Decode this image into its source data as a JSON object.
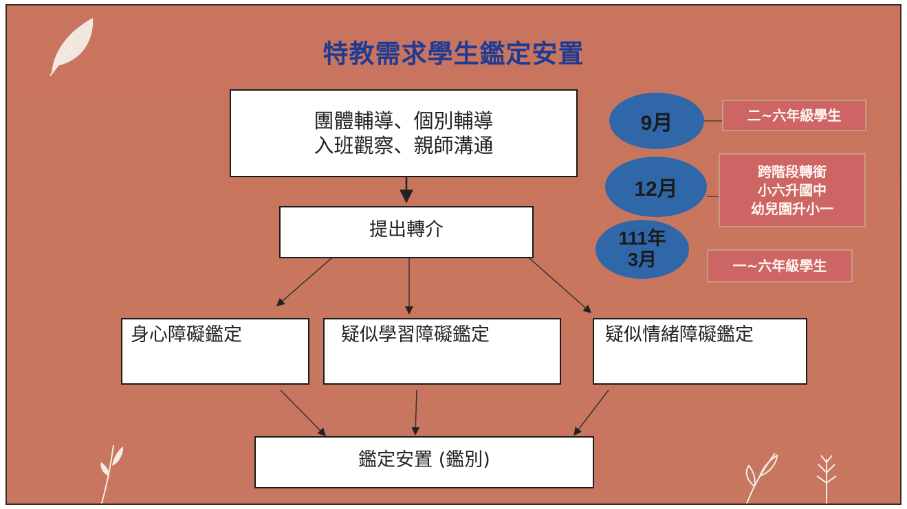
{
  "title": "特教需求學生鑑定安置",
  "flow": {
    "top_line1": "團體輔導、個別輔導",
    "top_line2": "入班觀察、親師溝通",
    "referral": "提出轉介",
    "branch_physical": "身心障礙鑑定",
    "branch_learning": "疑似學習障礙鑑定",
    "branch_emotional": "疑似情緒障礙鑑定",
    "placement": "鑑定安置 (鑑別)"
  },
  "schedule": [
    {
      "month": "9月",
      "group_lines": [
        "二~六年級學生"
      ]
    },
    {
      "month": "12月",
      "group_lines": [
        "跨階段轉銜",
        "小六升國中",
        "幼兒園升小一"
      ]
    },
    {
      "month_line1": "111年",
      "month_line2": "3月",
      "group_lines": [
        "一~六年級學生"
      ]
    }
  ],
  "colors": {
    "background": "#c8745e",
    "title": "#1f3b93",
    "oval": "#2f67a9",
    "tag": "#cd6565"
  }
}
